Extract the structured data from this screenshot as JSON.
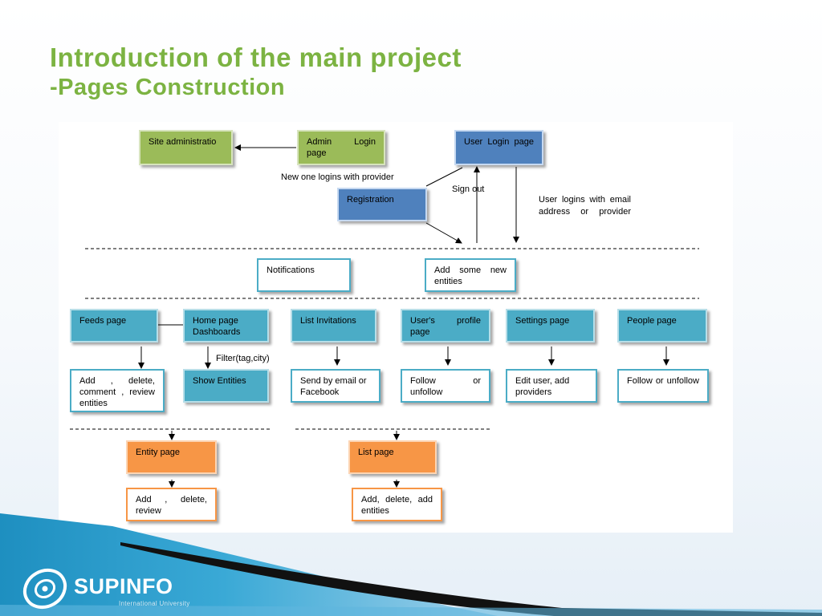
{
  "slide": {
    "title": "Introduction of the main project",
    "subtitle": "-Pages Construction"
  },
  "diagram": {
    "site_admin": "Site administratio",
    "admin_login": "Admin Login page",
    "user_login": "User Login page",
    "registration": "Registration",
    "new_one_label": "New one logins with provider",
    "sign_out_label": "Sign out",
    "user_logins_label": "User logins with email address or provider",
    "notifications": "Notifications",
    "add_new_entities": "Add some new entities",
    "feeds_page": "Feeds page",
    "home_page": "Home page Dashboards",
    "list_invitations": "List Invitations",
    "user_profile": "User's profile page",
    "settings_page": "Settings page",
    "people_page": "People page",
    "filter_label": "Filter(tag,city)",
    "add_delete_comment": "Add , delete, comment , review entities",
    "show_entities": "Show Entities",
    "send_by_email": "Send by email or Facebook",
    "follow_unfollow_1": "Follow or unfollow",
    "edit_user": "Edit user, add providers",
    "follow_unfollow_2": "Follow or unfollow",
    "entity_page": "Entity page",
    "list_page": "List page",
    "add_delete_review": "Add , delete, review",
    "add_delete_add": "Add, delete, add entities"
  },
  "footer": {
    "brand": "SUPINFO",
    "tagline": "International University"
  },
  "colors": {
    "title": "#7cb342",
    "green": "#9bbb59",
    "blue": "#4f81bd",
    "teal": "#4bacc6",
    "orange": "#f79646"
  }
}
